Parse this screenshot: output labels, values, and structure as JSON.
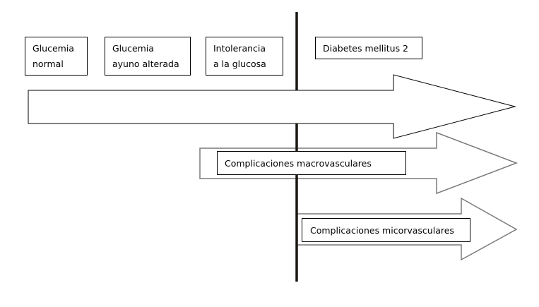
{
  "stages": [
    {
      "line1": "Glucemia",
      "line2": "normal"
    },
    {
      "line1": "Glucemia",
      "line2": "ayuno alterada"
    },
    {
      "line1": "Intolerancia",
      "line2": "a la glucosa"
    },
    {
      "line1": "Diabetes mellitus 2"
    }
  ],
  "complications": {
    "macro": "Complicaciones macrovasculares",
    "micro": "Complicaciones micorvasculares"
  }
}
